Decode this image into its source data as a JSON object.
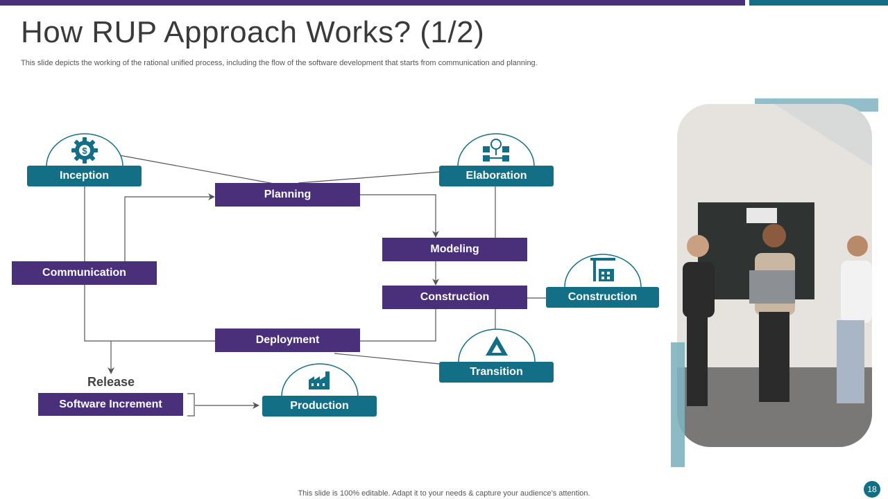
{
  "header": {
    "title": "How RUP Approach Works? (1/2)",
    "subtitle": "This slide depicts the working of the rational unified process, including the flow of the software development that starts from communication and planning."
  },
  "diagram": {
    "phases": {
      "inception": "Inception",
      "elaboration": "Elaboration",
      "construction": "Construction",
      "transition": "Transition",
      "production": "Production"
    },
    "steps": {
      "communication": "Communication",
      "planning": "Planning",
      "modeling": "Modeling",
      "construction": "Construction",
      "deployment": "Deployment",
      "software_increment": "Software Increment"
    },
    "release_label": "Release"
  },
  "footer": {
    "note": "This slide is 100% editable. Adapt it to your needs & capture your audience’s attention.",
    "page_number": "18"
  },
  "colors": {
    "purple": "#4a2f7a",
    "teal": "#136f86",
    "accent_light": "#7fb3bf"
  }
}
